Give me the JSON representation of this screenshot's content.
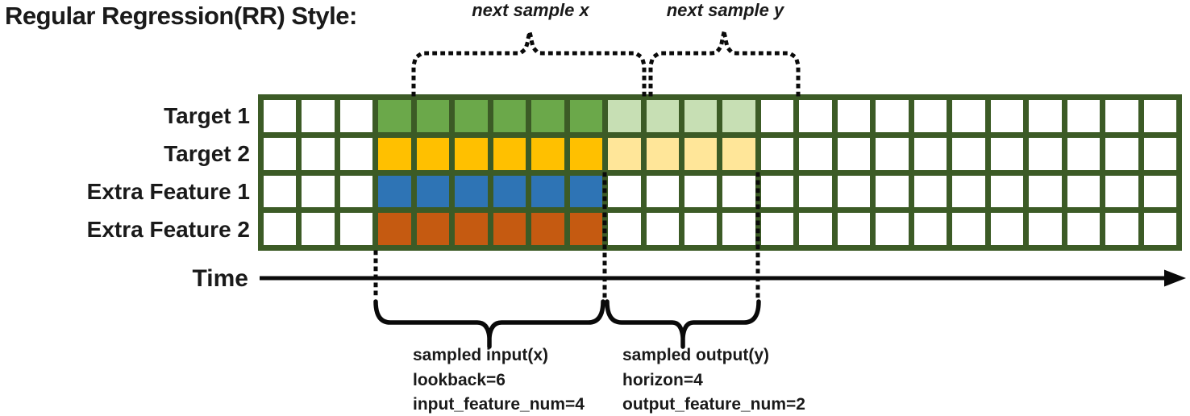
{
  "title": "Regular Regression(RR) Style:",
  "annotations_top": {
    "next_sample_x": "next sample x",
    "next_sample_y": "next sample y"
  },
  "time_axis": {
    "label": "Time"
  },
  "grid": {
    "columns": 24,
    "lookback": 6,
    "horizon": 4,
    "rows": [
      {
        "label": "Target 1",
        "segments": [
          {
            "count": 3,
            "color": "white"
          },
          {
            "count": 6,
            "color": "green"
          },
          {
            "count": 4,
            "color": "lightGreen"
          },
          {
            "count": 11,
            "color": "white"
          }
        ]
      },
      {
        "label": "Target 2",
        "segments": [
          {
            "count": 3,
            "color": "white"
          },
          {
            "count": 6,
            "color": "gold"
          },
          {
            "count": 4,
            "color": "lightGold"
          },
          {
            "count": 11,
            "color": "white"
          }
        ]
      },
      {
        "label": "Extra Feature 1",
        "segments": [
          {
            "count": 3,
            "color": "white"
          },
          {
            "count": 6,
            "color": "blue"
          },
          {
            "count": 15,
            "color": "white"
          }
        ]
      },
      {
        "label": "Extra Feature 2",
        "segments": [
          {
            "count": 3,
            "color": "white"
          },
          {
            "count": 6,
            "color": "orange"
          },
          {
            "count": 15,
            "color": "white"
          }
        ]
      }
    ]
  },
  "annotations_bottom": {
    "input": {
      "lines": [
        "sampled input(x)",
        "lookback=6",
        "input_feature_num=4"
      ]
    },
    "output": {
      "lines": [
        "sampled output(y)",
        "horizon=4",
        "output_feature_num=2"
      ]
    }
  },
  "colors": {
    "border": "#3C5B26",
    "white": "#FFFFFF",
    "green": "#6BA84A",
    "lightGreen": "#C7DFB4",
    "gold": "#FFC000",
    "lightGold": "#FFE699",
    "blue": "#2E74B5",
    "orange": "#C55A11",
    "line": "#0A0A0A"
  }
}
